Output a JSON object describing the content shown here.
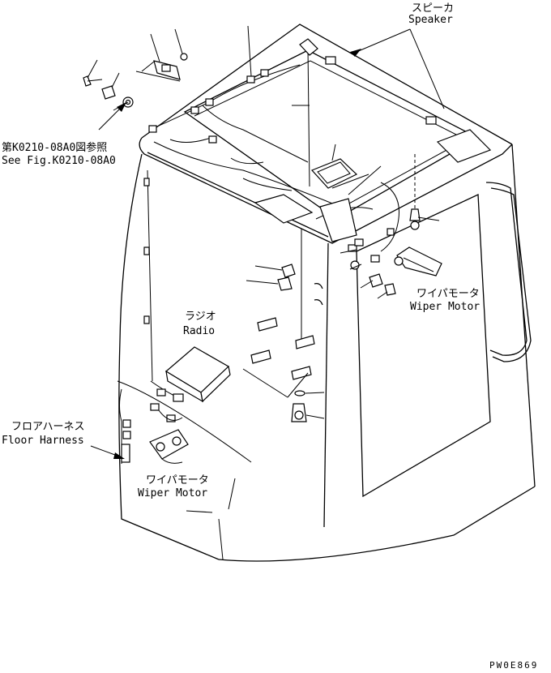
{
  "labels": {
    "speaker_jp": "スピーカ",
    "speaker_en": "Speaker",
    "see_fig_jp": "第K0210-08A0図参照",
    "see_fig_en": "See Fig.K0210-08A0",
    "radio_jp": "ラジオ",
    "radio_en": "Radio",
    "wiper_right_jp": "ワイパモータ",
    "wiper_right_en": "Wiper Motor",
    "floor_harness_jp": "フロアハーネス",
    "floor_harness_en": "Floor Harness",
    "wiper_left_jp": "ワイパモータ",
    "wiper_left_en": "Wiper Motor",
    "drawing_code": "PW0E869"
  }
}
